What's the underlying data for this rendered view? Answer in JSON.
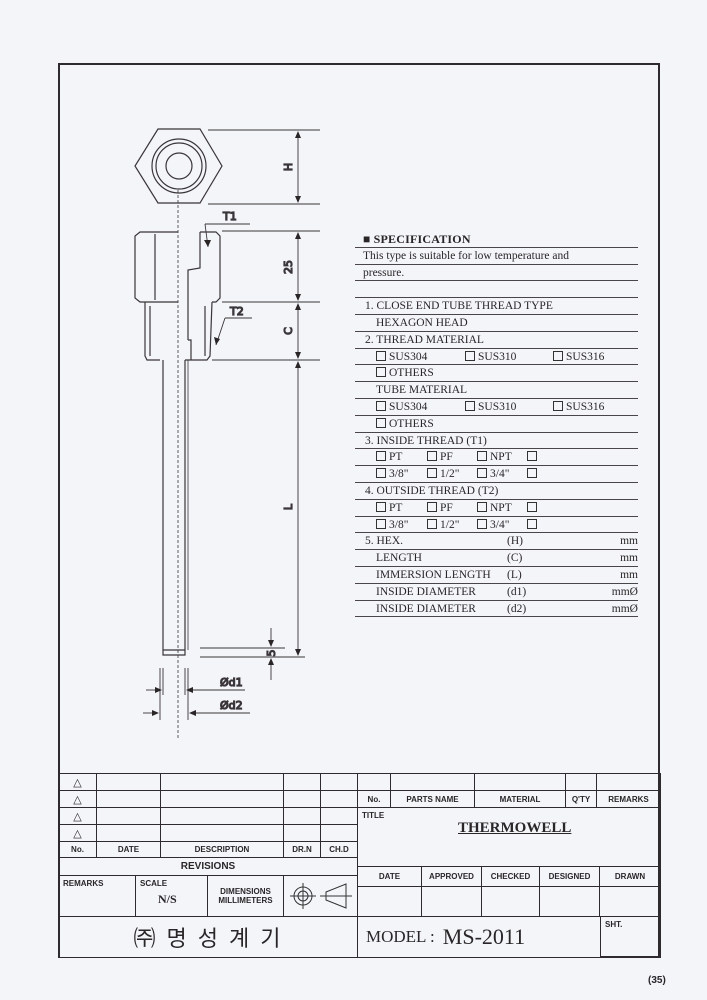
{
  "drawing": {
    "labels": {
      "H": "H",
      "d25": "25",
      "C": "C",
      "L": "L",
      "d5": "5",
      "T1": "T1",
      "T2": "T2",
      "d1": "Ød1",
      "d2": "Ød2"
    }
  },
  "specification": {
    "rows": [
      {
        "type": "heading",
        "text": "■ SPECIFICATION"
      },
      {
        "type": "text",
        "text": "This type  is suitable for low temperature and"
      },
      {
        "type": "text",
        "text": "pressure."
      },
      {
        "type": "blank"
      },
      {
        "type": "item",
        "text": "1. CLOSE END TUBE THREAD TYPE"
      },
      {
        "type": "sub",
        "text": "HEXAGON HEAD"
      },
      {
        "type": "item",
        "text": "2. THREAD MATERIAL"
      },
      {
        "type": "checks",
        "group": "wide",
        "options": [
          "SUS304",
          "SUS310",
          "SUS316"
        ]
      },
      {
        "type": "checks",
        "group": "wide",
        "options": [
          "OTHERS"
        ]
      },
      {
        "type": "sub",
        "text": "TUBE MATERIAL"
      },
      {
        "type": "checks",
        "group": "wide",
        "options": [
          "SUS304",
          "SUS310",
          "SUS316"
        ]
      },
      {
        "type": "checks",
        "group": "wide",
        "options": [
          "OTHERS"
        ]
      },
      {
        "type": "item",
        "text": "3. INSIDE THREAD (T1)"
      },
      {
        "type": "checks",
        "group": "narrow",
        "options": [
          "PT",
          "PF",
          "NPT",
          ""
        ]
      },
      {
        "type": "checks",
        "group": "narrow",
        "options": [
          "3/8\"",
          "1/2\"",
          "3/4\"",
          ""
        ]
      },
      {
        "type": "item",
        "text": "4. OUTSIDE THREAD (T2)"
      },
      {
        "type": "checks",
        "group": "narrow",
        "options": [
          "PT",
          "PF",
          "NPT",
          ""
        ]
      },
      {
        "type": "checks",
        "group": "narrow",
        "options": [
          "3/8\"",
          "1/2\"",
          "3/4\"",
          ""
        ]
      },
      {
        "type": "dim",
        "text": "5. HEX.",
        "symbol": "(H)",
        "unit": "mm",
        "indent": false
      },
      {
        "type": "dim",
        "text": "LENGTH",
        "symbol": "(C)",
        "unit": "mm",
        "indent": true
      },
      {
        "type": "dim",
        "text": "IMMERSION LENGTH",
        "symbol": "(L)",
        "unit": "mm",
        "indent": true
      },
      {
        "type": "dim",
        "text": "INSIDE DIAMETER",
        "symbol": "(d1)",
        "unit": "mmØ",
        "indent": true
      },
      {
        "type": "dim",
        "text": "INSIDE DIAMETER",
        "symbol": "(d2)",
        "unit": "mmØ",
        "indent": true
      }
    ]
  },
  "title_block": {
    "revision_marks": [
      "△",
      "△",
      "△",
      "△"
    ],
    "rev_headers": {
      "no": "No.",
      "date": "DATE",
      "description": "DESCRIPTION",
      "drn": "DR.N",
      "chd": "CH.D"
    },
    "revisions_label": "REVISIONS",
    "parts_headers": {
      "no": "No.",
      "parts_name": "PARTS NAME",
      "material": "MATERIAL",
      "qty": "Q'TY",
      "remarks": "REMARKS"
    },
    "title_label": "TITLE",
    "title": "THERMOWELL",
    "sign_headers": {
      "date": "DATE",
      "approved": "APPROVED",
      "checked": "CHECKED",
      "designed": "DESIGNED",
      "drawn": "DRAWN"
    },
    "remarks_label": "REMARKS",
    "scale_label": "SCALE",
    "scale_value": "N/S",
    "dimensions_label": "DIMENSIONS",
    "dimensions_unit": "MILLIMETERS",
    "company": "㈜ 명 성 계 기",
    "model_label": "MODEL :",
    "model_value": "MS-2011",
    "sheet_label": "SHT."
  },
  "page_number": "(35)"
}
